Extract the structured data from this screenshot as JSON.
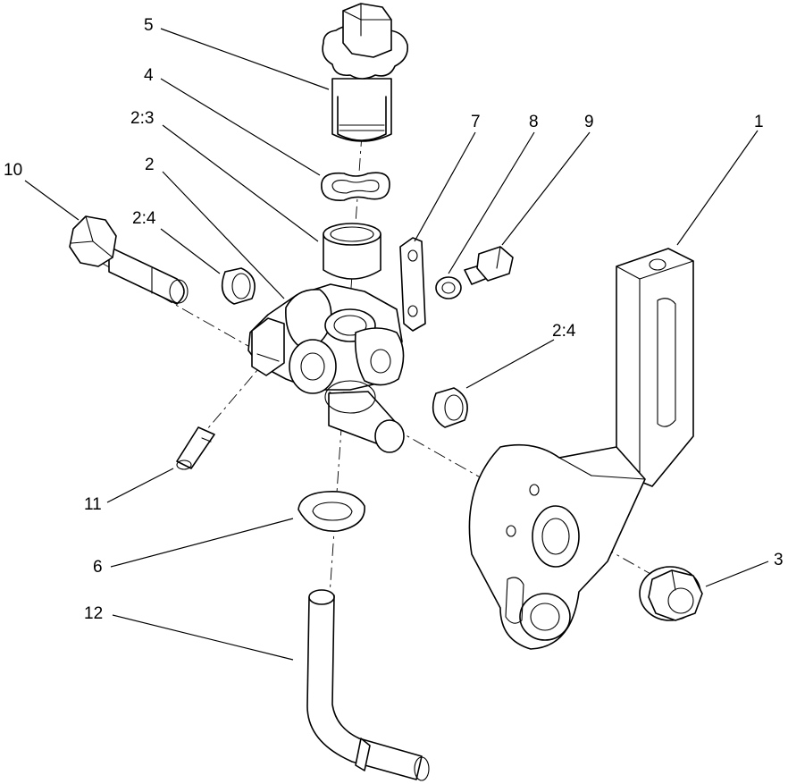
{
  "callouts": [
    {
      "id": "c5",
      "label": "5"
    },
    {
      "id": "c4",
      "label": "4"
    },
    {
      "id": "c2_3",
      "label": "2:3"
    },
    {
      "id": "c2",
      "label": "2"
    },
    {
      "id": "c10",
      "label": "10"
    },
    {
      "id": "c2_4a",
      "label": "2:4"
    },
    {
      "id": "c7",
      "label": "7"
    },
    {
      "id": "c8",
      "label": "8"
    },
    {
      "id": "c9",
      "label": "9"
    },
    {
      "id": "c1",
      "label": "1"
    },
    {
      "id": "c2_4b",
      "label": "2:4"
    },
    {
      "id": "c11",
      "label": "11"
    },
    {
      "id": "c6",
      "label": "6"
    },
    {
      "id": "c12",
      "label": "12"
    },
    {
      "id": "c3",
      "label": "3"
    }
  ],
  "colors": {
    "line": "#000000",
    "background": "#ffffff",
    "shade": "#e9e9e9"
  }
}
